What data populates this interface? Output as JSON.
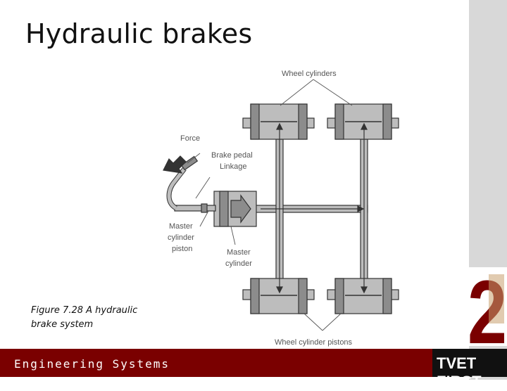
{
  "slide": {
    "title": "Hydraulic brakes",
    "caption": "Figure 7.28 A hydraulic brake system",
    "footer": "Engineering Systems",
    "logo_text": "TVET FIRST",
    "logo_numeral": "2"
  },
  "diagram": {
    "labels": {
      "wheel_cylinders": "Wheel cylinders",
      "force": "Force",
      "brake_pedal": "Brake pedal",
      "linkage": "Linkage",
      "master_cylinder_piston_1": "Master",
      "master_cylinder_piston_2": "cylinder",
      "master_cylinder_piston_3": "piston",
      "master_cylinder_1": "Master",
      "master_cylinder_2": "cylinder",
      "wheel_cylinder_pistons": "Wheel cylinder pistons"
    }
  },
  "colors": {
    "footer_bar": "#7a0000",
    "diagram_fill": "#bdbdbd",
    "diagram_dark": "#8c8c8c",
    "stroke": "#333333"
  }
}
